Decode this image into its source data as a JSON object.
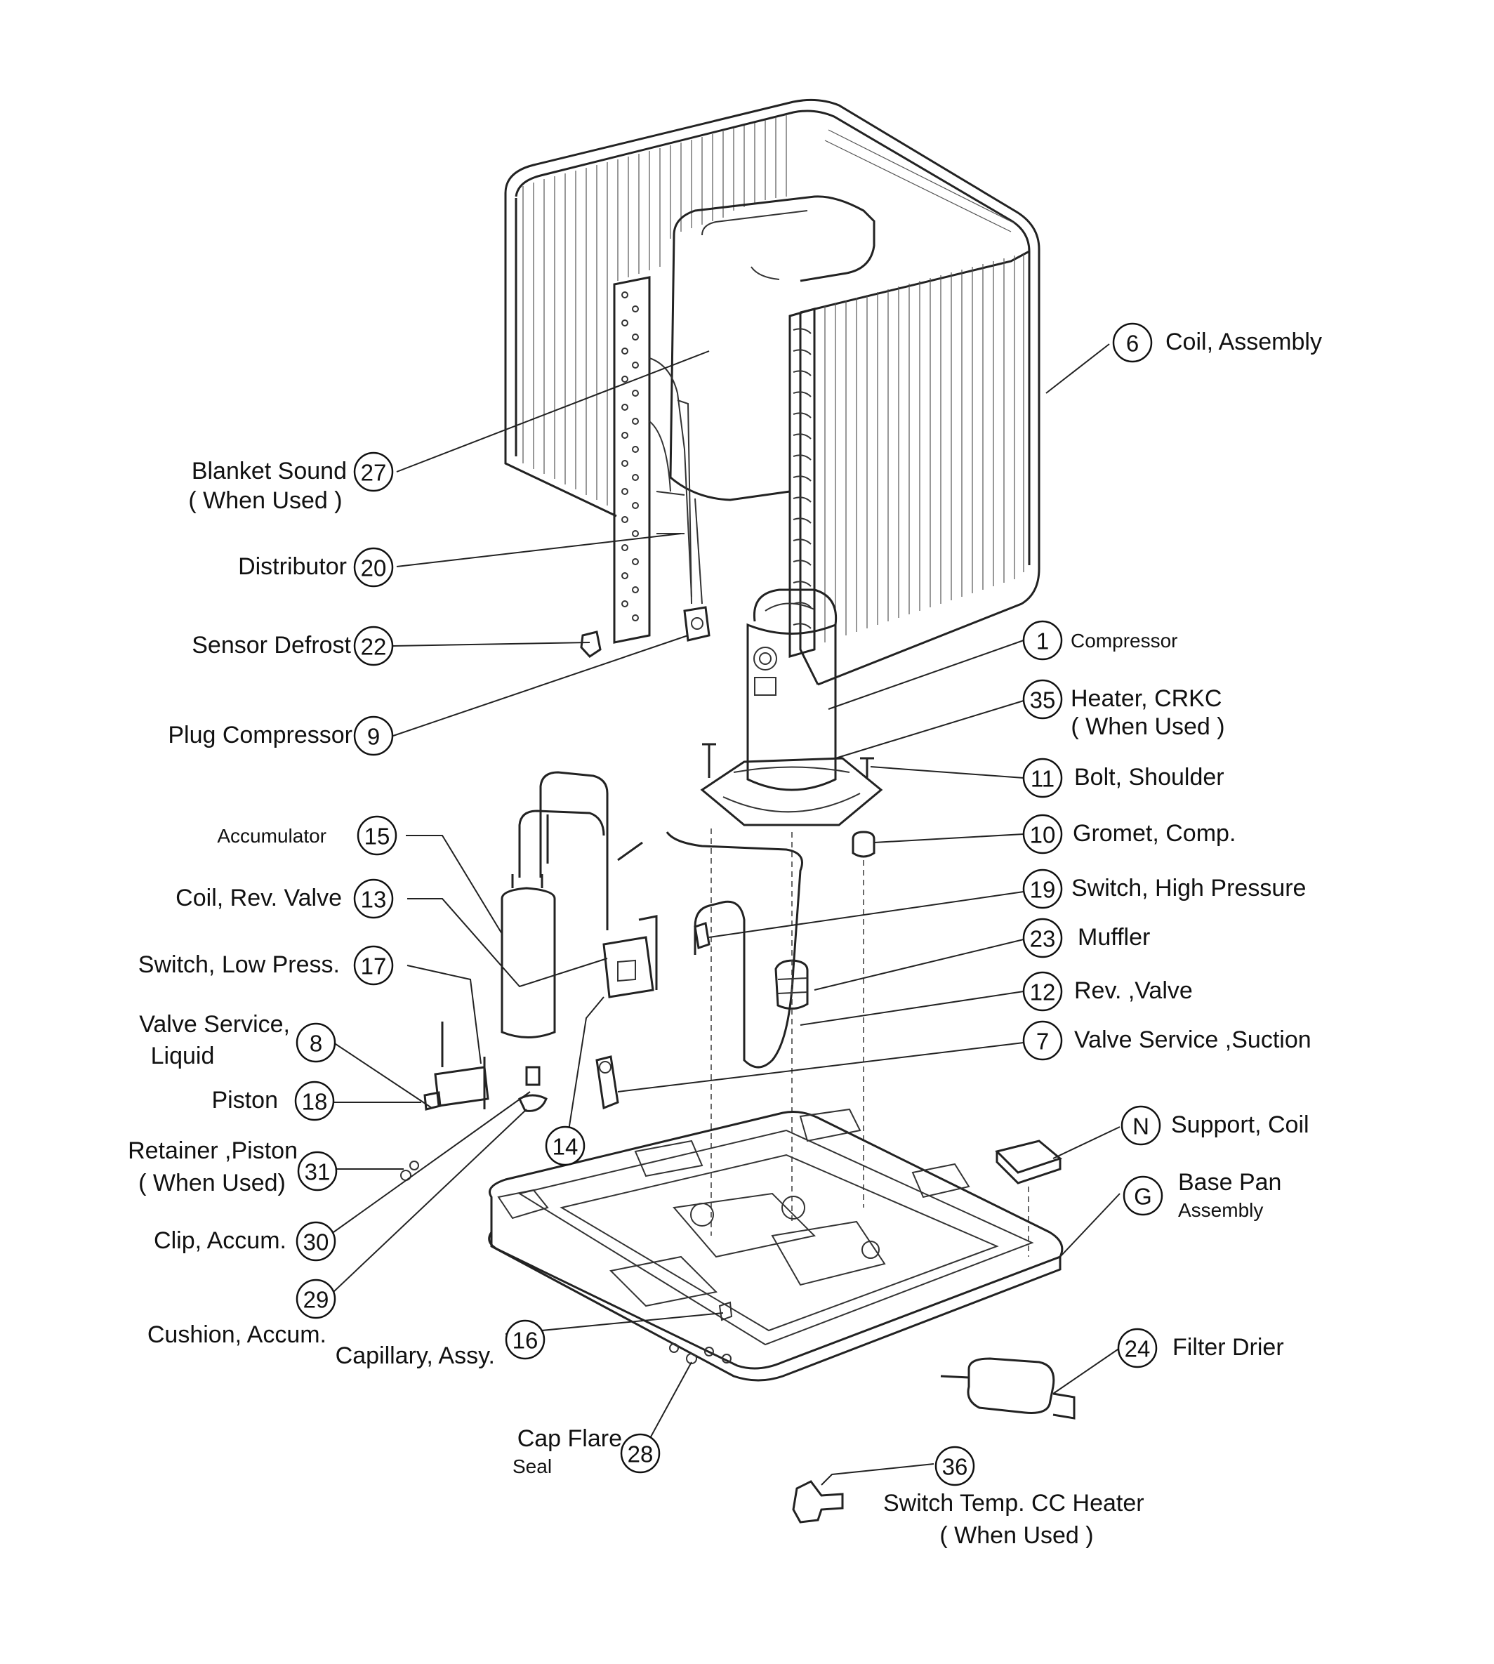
{
  "callouts": [
    {
      "id": "6",
      "label": "Coil, Assembly"
    },
    {
      "id": "27",
      "label": "Blanket Sound",
      "sublabel": "( When Used )"
    },
    {
      "id": "20",
      "label": "Distributor"
    },
    {
      "id": "22",
      "label": "Sensor Defrost"
    },
    {
      "id": "9",
      "label": "Plug Compressor"
    },
    {
      "id": "1",
      "label": "Compressor"
    },
    {
      "id": "35",
      "label": "Heater, CRKC",
      "sublabel": "( When Used )"
    },
    {
      "id": "11",
      "label": "Bolt, Shoulder"
    },
    {
      "id": "10",
      "label": "Gromet, Comp."
    },
    {
      "id": "15",
      "label": "Accumulator"
    },
    {
      "id": "13",
      "label": "Coil, Rev. Valve"
    },
    {
      "id": "19",
      "label": "Switch, High Pressure"
    },
    {
      "id": "17",
      "label": "Switch, Low Press."
    },
    {
      "id": "23",
      "label": "Muffler"
    },
    {
      "id": "12",
      "label": "Rev. ,Valve"
    },
    {
      "id": "8",
      "label": "Valve Service,",
      "sublabel": "Liquid"
    },
    {
      "id": "7",
      "label": "Valve Service ,Suction"
    },
    {
      "id": "18",
      "label": "Piston"
    },
    {
      "id": "14",
      "label": ""
    },
    {
      "id": "N",
      "label": "Support, Coil"
    },
    {
      "id": "31",
      "label": "Retainer ,Piston",
      "sublabel": "( When Used)"
    },
    {
      "id": "G",
      "label": "Base Pan",
      "sublabel": "Assembly"
    },
    {
      "id": "30",
      "label": "Clip, Accum."
    },
    {
      "id": "29",
      "label": "Cushion, Accum."
    },
    {
      "id": "16",
      "label": "Capillary, Assy."
    },
    {
      "id": "24",
      "label": "Filter Drier"
    },
    {
      "id": "28",
      "label": "Cap Flare",
      "sublabel": "Seal"
    },
    {
      "id": "36",
      "label": "Switch Temp. CC Heater",
      "sublabel": "( When Used )"
    }
  ]
}
